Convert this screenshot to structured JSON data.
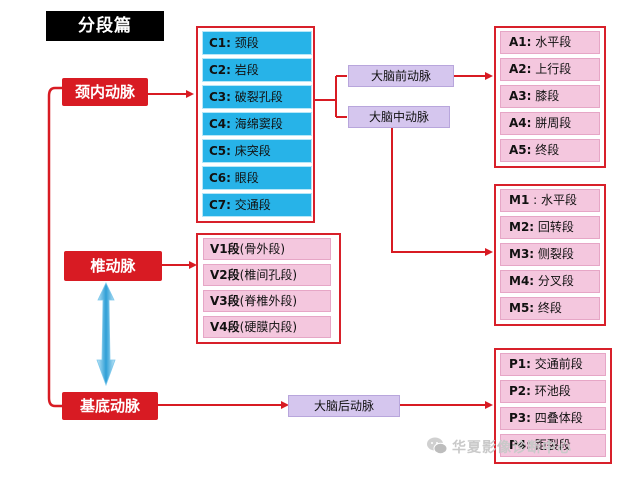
{
  "title": "分段篇",
  "arteries": {
    "ica": "颈内动脉",
    "va": "椎动脉",
    "ba": "基底动脉"
  },
  "ica_segments": [
    {
      "code": "C1:",
      "name": "颈段"
    },
    {
      "code": "C2:",
      "name": "岩段"
    },
    {
      "code": "C3:",
      "name": "破裂孔段"
    },
    {
      "code": "C4:",
      "name": "海绵窦段"
    },
    {
      "code": "C5:",
      "name": "床突段"
    },
    {
      "code": "C6:",
      "name": "眼段"
    },
    {
      "code": "C7:",
      "name": "交通段"
    }
  ],
  "va_segments": [
    {
      "code": "V1段",
      "name": "(骨外段)"
    },
    {
      "code": "V2段",
      "name": "(椎间孔段)"
    },
    {
      "code": "V3段",
      "name": "(脊椎外段)"
    },
    {
      "code": "V4段",
      "name": "(硬膜内段)"
    }
  ],
  "branches": {
    "aca": "大脑前动脉",
    "mca": "大脑中动脉",
    "pca": "大脑后动脉"
  },
  "aca_segments": [
    {
      "code": "A1:",
      "name": "水平段"
    },
    {
      "code": "A2:",
      "name": "上行段"
    },
    {
      "code": "A3:",
      "name": "膝段"
    },
    {
      "code": "A4:",
      "name": "胼周段"
    },
    {
      "code": "A5:",
      "name": "终段"
    }
  ],
  "mca_segments": [
    {
      "code": "M1",
      "name": ": 水平段"
    },
    {
      "code": "M2:",
      "name": "回转段"
    },
    {
      "code": "M3:",
      "name": "侧裂段"
    },
    {
      "code": "M4:",
      "name": "分叉段"
    },
    {
      "code": "M5:",
      "name": "终段"
    }
  ],
  "pca_segments": [
    {
      "code": "P1:",
      "name": "交通前段"
    },
    {
      "code": "P2:",
      "name": "环池段"
    },
    {
      "code": "P3:",
      "name": "四叠体段"
    },
    {
      "code": "P4:",
      "name": "距裂段"
    }
  ],
  "watermark": "华夏影像诊断中心",
  "colors": {
    "red": "#d81b23",
    "blue_cell": "#27b3e8",
    "pink_cell": "#f4c7de",
    "lavender": "#d5c6ee",
    "arrow_blue": "#3aa9dc"
  }
}
